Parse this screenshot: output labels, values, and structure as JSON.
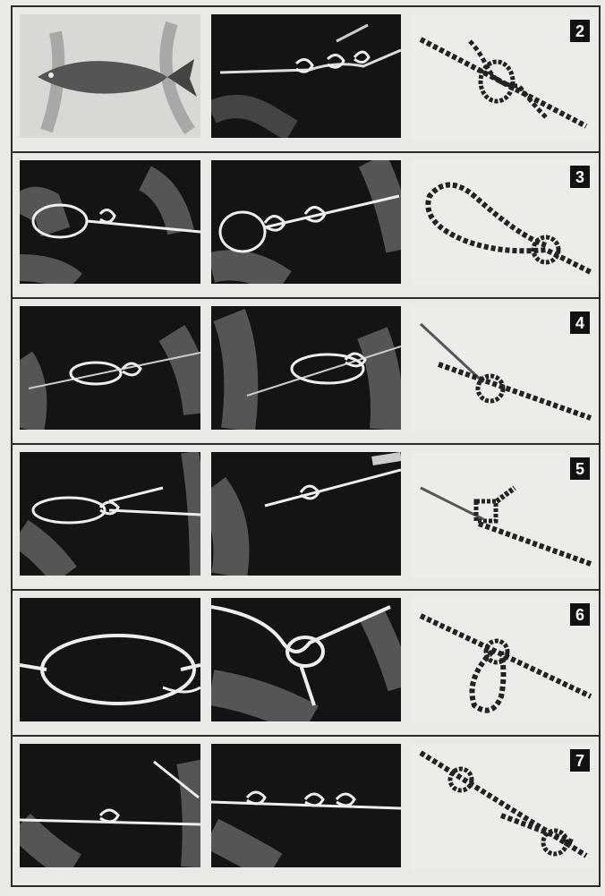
{
  "steps": [
    {
      "number": "2",
      "illustration": "rope-knot-illustration",
      "photo_left": "fish-photo",
      "photo_right": "knot-photo"
    },
    {
      "number": "3",
      "illustration": "rope-loop-illustration",
      "photo_left": "knot-photo",
      "photo_right": "knot-photo"
    },
    {
      "number": "4",
      "illustration": "rope-knot-illustration",
      "photo_left": "knot-photo",
      "photo_right": "knot-photo"
    },
    {
      "number": "5",
      "illustration": "rope-knot-illustration",
      "photo_left": "knot-photo",
      "photo_right": "knot-photo"
    },
    {
      "number": "6",
      "illustration": "rope-loop-illustration",
      "photo_left": "knot-photo",
      "photo_right": "knot-photo"
    },
    {
      "number": "7",
      "illustration": "rope-knot-illustration",
      "photo_left": "knot-photo",
      "photo_right": "knot-photo"
    }
  ]
}
